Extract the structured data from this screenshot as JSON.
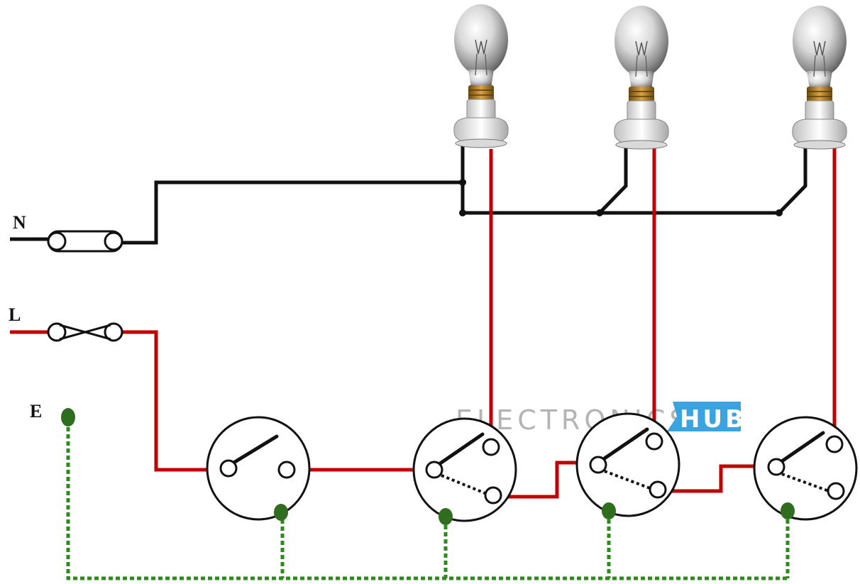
{
  "diagram": {
    "labels": {
      "neutral": "N",
      "live": "L",
      "earth": "E"
    },
    "watermark": {
      "text": "ELECTRONICS",
      "badge": "HUB"
    },
    "colors": {
      "neutral_wire": "#111111",
      "live_wire": "#c00000",
      "earth_wire": "#2f8a1e",
      "watermark_badge": "#3aa3e0"
    },
    "components": {
      "lamps": [
        "lamp-1",
        "lamp-2",
        "lamp-3"
      ],
      "switches": [
        "one-way-switch",
        "two-way-switch-1",
        "two-way-switch-2",
        "two-way-switch-3"
      ],
      "neutral_link": "neutral-link",
      "live_fuse": "live-fuse"
    }
  }
}
